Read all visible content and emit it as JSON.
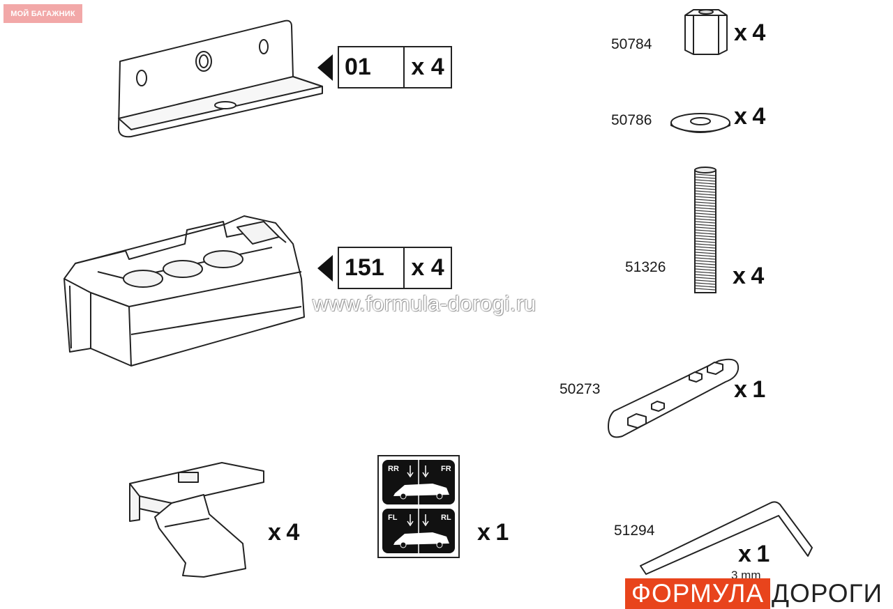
{
  "badge": "МОЙ БАГАЖНИК",
  "watermark": "www.formula-dorogi.ru",
  "brand": {
    "part1": "ФОРМУЛА",
    "part2": "ДОРОГИ"
  },
  "parts": {
    "bracket": {
      "code": "01",
      "qty": "x 4"
    },
    "foot": {
      "code": "151",
      "qty": "x 4"
    },
    "clip": {
      "qty": "x 4"
    },
    "sticker": {
      "qty": "x 1",
      "labels": [
        "RR",
        "FR",
        "FL",
        "RL"
      ]
    },
    "nut": {
      "number": "50784",
      "qty": "x 4"
    },
    "washer": {
      "number": "50786",
      "qty": "x 4"
    },
    "rod": {
      "number": "51326",
      "qty": "x 4"
    },
    "wrench": {
      "number": "50273",
      "qty": "x 1"
    },
    "hexkey": {
      "number": "51294",
      "qty": "x 1",
      "size": "3 mm"
    }
  }
}
